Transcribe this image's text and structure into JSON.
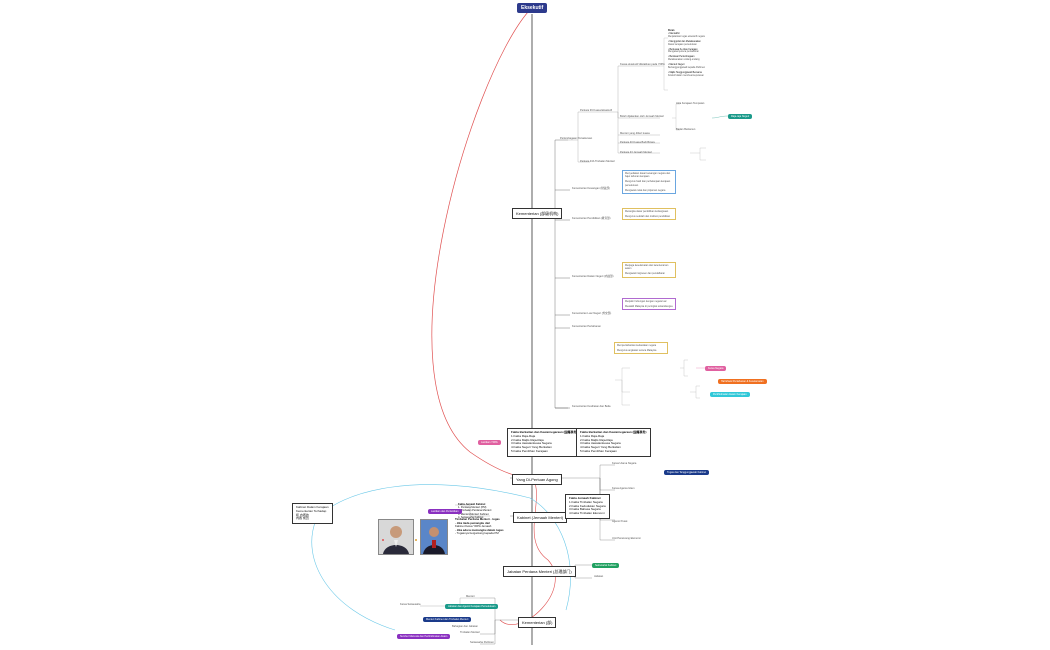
{
  "root": {
    "label": "Eksekutif"
  },
  "colors": {
    "root_bg": "#2d3a8c",
    "spine": "#333333",
    "curve_red": "#e05050",
    "curve_blue": "#6ac8e8",
    "teal": "#1a9a8a",
    "pink": "#e060a0",
    "orange": "#f07020",
    "cyan": "#30c8d8",
    "purple": "#8a30c0",
    "navy": "#1a3a8a",
    "green": "#20a060",
    "magenta": "#c040c0"
  },
  "main_nodes": {
    "kementerian": "Kementerian (部级机构)",
    "yang_dipertuan": "Yang Di-Pertuan Agong",
    "kabinet": "Kabinet (Jemaah Menteri)",
    "jabatan_perdana": "Jabatan Perdana Menteri (总理部门)",
    "kementerian2": "Kementerian (部)"
  },
  "left_box": {
    "line1": "Fakta Berkaitan dan Kewarnegaraan (国籍事务)",
    "line2": "1.Fakta Raja-Raja",
    "line3": "2.Fakta Majlis Raja-Raja",
    "line4": "3.Fakta Jawatankuasa Negara",
    "line5": "4.Fakta Negeri Yang Berkaitan",
    "line6": "5.Fakta Pemilihan Kerajaan"
  },
  "right_box1": {
    "line1": "Fakta Berkaitan dan Kewarnegaraan (国籍事务)",
    "line2": "1.Fakta Raja-Raja",
    "line3": "2.Fakta Majlis Raja-Raja",
    "line4": "3.Fakta Jawatankuasa Negara",
    "line5": "4.Fakta Negeri Yang Berkaitan",
    "line6": "5.Fakta Pemilihan Kerajaan"
  },
  "right_box2": {
    "line1": "Fakta Jemaah Kabinet",
    "line2": "1.Fakta Timbalan Negara",
    "line3": "2.Fakta Kedudukan Negara",
    "line4": "3.Fakta Bahasa Negara",
    "line5": "4.Fakta Timbalan Ekonomi"
  },
  "far_left_box": {
    "line1": "Kabinet Dalam Kerajaan",
    "line2": "Kementerian Terhadap",
    "line3": "和 内阁的",
    "line4": "内阁 成员"
  },
  "cabinet_text": {
    "line1": "Fakta Jemaah Kabinet",
    "line2": "1. Perdana Menteri (PM)",
    "line3": "2. Timbalan Perdana Menteri",
    "line4": "3. Menteri-Menteri Kabinet",
    "line5": "4. Setiausaha Kabinet"
  },
  "pm_text": {
    "line1": "Timbalan Perdana Menteri - tugas",
    "line2": "- Jika tiada pemangku dari",
    "line3": "Kabinet Ketua YDPA Jemaah",
    "line4": "- Jika ada ia memangku dalam tugas",
    "line5": "- Tugasnya bergantung kepada PM"
  },
  "pills": {
    "teal_main": "Raja-raja Negeri",
    "pink_left": "Lantikan YDPA",
    "pink_right": "Ketua Negara",
    "orange": "Hal Ehwal Pertahanan & Keselamatan",
    "cyan": "Perkhidmatan Awam Kerajaan",
    "purple_cab": "Lantikan dan Perlantikan",
    "navy_right": "Tugas dan Tanggungjawab Kabinet",
    "green_jpm": "Sekretariat Kabinet",
    "teal_low": "Jabatan dan Agensi Kerajaan Persekutuan",
    "navy_low": "Menteri Kabinet dan Timbalan Menteri",
    "magenta_low": "Sumber Manusia dan Perkhidmatan Awam"
  },
  "top_notes": {
    "header": "Peran",
    "l1": "• Mentadbir",
    "l2": "Menjalankan tugas eksekutif negara",
    "l3": "• Menggubal dan Melaksanakan",
    "l4": "Dasar kerajaan persekutuan",
    "l5": "• Berkuasa Ke Atas Kerajaan",
    "l6": "Mengawal jentera pentadbiran",
    "l7": "• Berdasar Perlembagaan",
    "l8": "Melaksanakan undang-undang",
    "l9": "• Menteri Negeri",
    "l10": "Bertanggungjawab kepada Parlimen",
    "l11": "• Majlis Tanggungjawab Bersama",
    "l12": "Kolektif dalam membuat keputusan"
  },
  "branch_labels": {
    "b1": "Perlembagaan Persekutuan",
    "b2": "Perkara 39 Kuasa Eksekutif",
    "b3": "Kuasa eksekutif diletakkan pada YDPA",
    "b4": "Boleh dijalankan oleh Jemaah Menteri",
    "b5": "Menteri yang diberi kuasa",
    "b6": "Perkara 40 Kuasa Budi Bicara",
    "b7": "Perkara 43 Jemaah Menteri",
    "b8": "Perkara 43A Timbalan Menteri",
    "b9": "Akta Kerajaan Tempatan",
    "b10": "Badan Berkanun",
    "k1": "Kementerian Kewangan (财政部)",
    "k2": "Kementerian Pendidikan (教育部)",
    "k3": "Kementerian Dalam Negeri (内政部)",
    "k4": "Kementerian Luar Negeri (外交部)",
    "k5": "Kementerian Pertahanan",
    "k6": "Kementerian Kesihatan dan Belia",
    "yd1": "Ketua Utama Negara",
    "yd2": "Ketua Agama Islam",
    "jp1": "Jabatan",
    "jp2": "Agensi Pusat",
    "jp3": "Unit Perancang Ekonomi",
    "km1": "Menteri",
    "km2": "Timbalan Menteri",
    "km3": "Setiausaha Parlimen",
    "km4": "Ketua Setiausaha",
    "km5": "Bahagian dan Jabatan"
  },
  "box_texts": {
    "k1a": "Menyediakan dasar kewangan negara dan bajet tahunan kerajaan",
    "k1b": "Mengurus hasil dan perbelanjaan kerajaan persekutuan",
    "k1c": "Mengawal cukai dan pinjaman negara",
    "k2a": "Merangka dasar pendidikan kebangsaan",
    "k2b": "Mengurus sekolah dan institusi pendidikan",
    "k3a": "Menjaga keselamatan dan ketenteraman awam",
    "k3b": "Mengawal imigresen dan pendaftaran",
    "k4a": "Menjalin hubungan dengan negara luar",
    "k4b": "Mewakili Malaysia di peringkat antarabangsa",
    "k5a": "Mempertahankan kedaulatan negara",
    "k5b": "Mengurus angkatan tentera Malaysia"
  }
}
